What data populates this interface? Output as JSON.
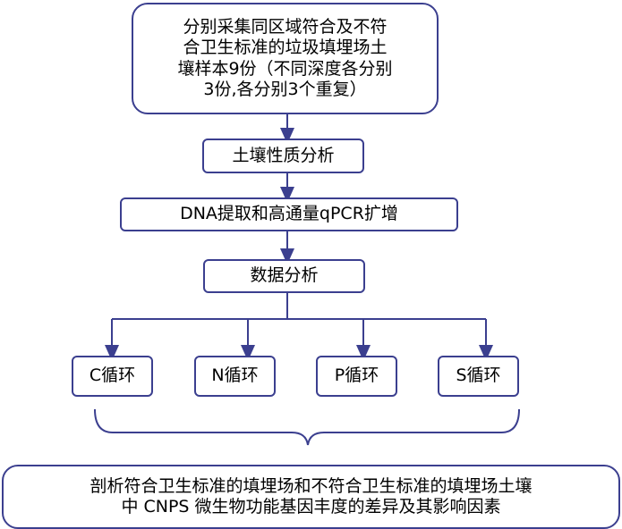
{
  "boxes": {
    "sampling": "分别采集同区域符合及不符\n合卫生标准的垃圾填埋场土\n壤样本9份（不同深度各分别\n3份,各分别3个重复）",
    "soil_analysis": "土壤性质分析",
    "dna_extraction": "DNA提取和高通量qPCR扩增",
    "data_analysis": "数据分析",
    "cycle_c": "C循环",
    "cycle_n": "N循环",
    "cycle_p": "P循环",
    "cycle_s": "S循环",
    "conclusion": "剖析符合卫生标准的填埋场和不符合卫生标准的填埋场土壤\n中 CNPS 微生物功能基因丰度的差异及其影响因素"
  },
  "colors": {
    "border": "#3b3f8f",
    "arrow": "#3b3f8f"
  }
}
